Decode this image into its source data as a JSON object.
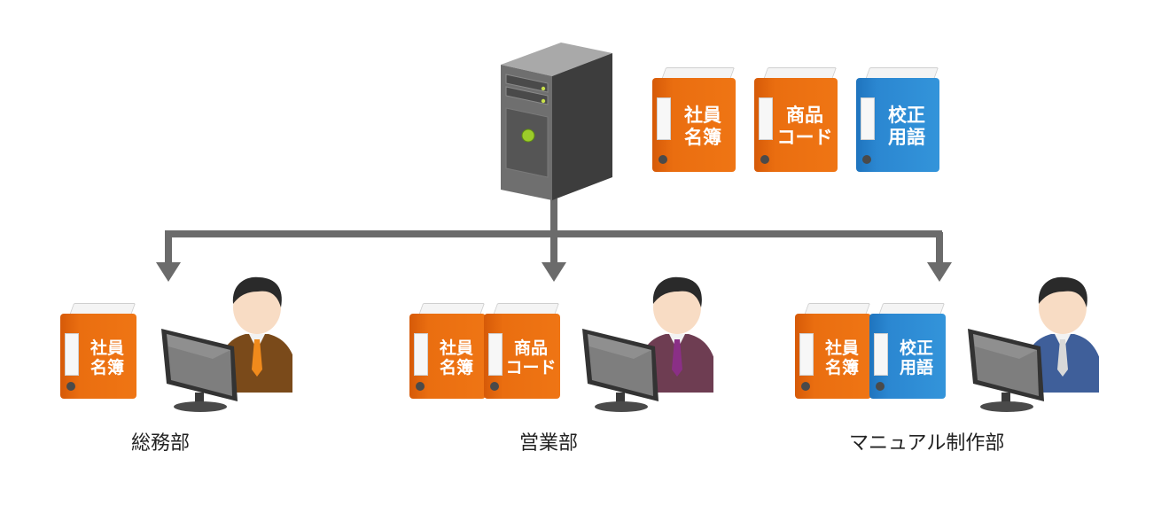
{
  "server": {
    "icon": "server-tower-icon"
  },
  "server_books": [
    {
      "line1": "社員",
      "line2": "名簿",
      "color": "#ef7514"
    },
    {
      "line1": "商品",
      "line2": "コード",
      "color": "#ef7514"
    },
    {
      "line1": "校正",
      "line2": "用語",
      "color": "#3394da"
    }
  ],
  "departments": [
    {
      "name": "総務部",
      "suit_color": "#7a4a1a",
      "tie_color": "#f08a1c",
      "books": [
        {
          "line1": "社員",
          "line2": "名簿",
          "color": "#ef7514"
        }
      ]
    },
    {
      "name": "営業部",
      "suit_color": "#6e3d52",
      "tie_color": "#8a2f86",
      "books": [
        {
          "line1": "社員",
          "line2": "名簿",
          "color": "#ef7514"
        },
        {
          "line1": "商品",
          "line2": "コード",
          "color": "#ef7514"
        }
      ]
    },
    {
      "name": "マニュアル制作部",
      "suit_color": "#3f5f9a",
      "tie_color": "#d8d8d8",
      "books": [
        {
          "line1": "社員",
          "line2": "名簿",
          "color": "#ef7514"
        },
        {
          "line1": "校正",
          "line2": "用語",
          "color": "#3394da"
        }
      ]
    }
  ],
  "connector_color": "#6b6b6b"
}
